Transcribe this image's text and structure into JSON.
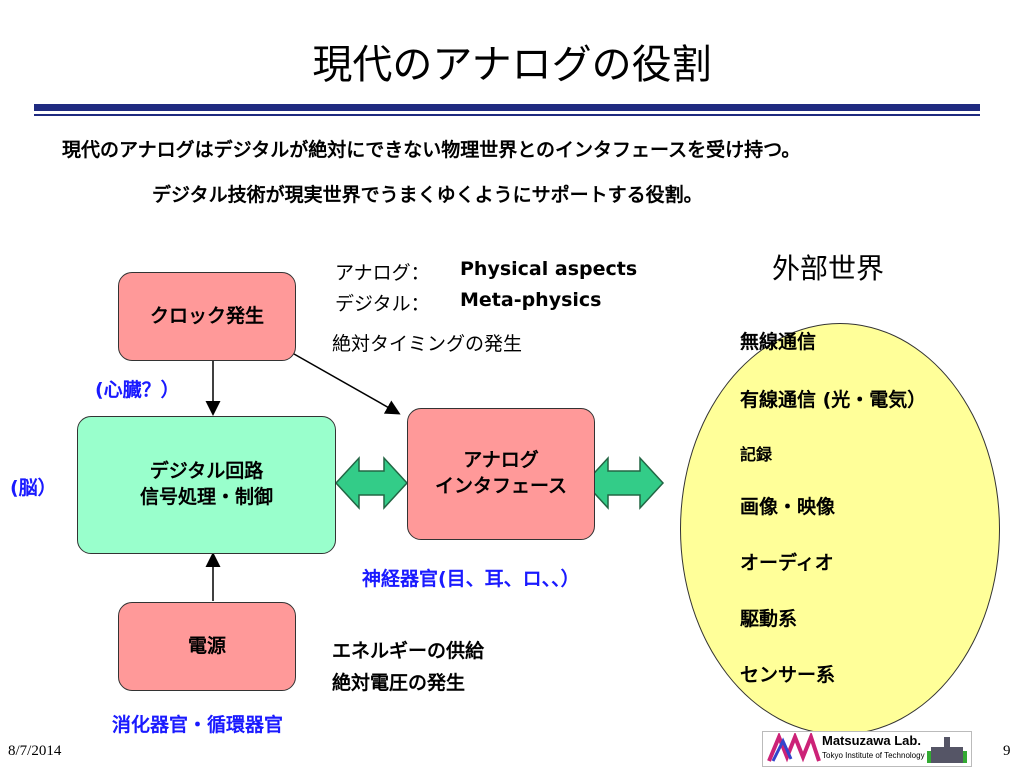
{
  "title": "現代のアナログの役割",
  "intro": {
    "line1": "現代のアナログはデジタルが絶対にできない物理世界とのインタフェースを受け持つ。",
    "line2": "デジタル技術が現実世界でうまくゆくようにサポートする役割。"
  },
  "legend": {
    "analog_jp": "アナログ：",
    "analog_en": "Physical aspects",
    "digital_jp": "デジタル：",
    "digital_en": "Meta-physics"
  },
  "boxes": {
    "clock": "クロック発生",
    "digital_line1": "デジタル回路",
    "digital_line2": "信号処理・制御",
    "analog_line1": "アナログ",
    "analog_line2": "インタフェース",
    "power": "電源"
  },
  "annotations": {
    "timing": "絶対タイミングの発生",
    "heart": "(心臓？）",
    "brain": "(脳）",
    "nerves": "神経器官(目、耳、ロ、、）",
    "energy": "エネルギーの供給",
    "voltage": "絶対電圧の発生",
    "digestive": "消化器官・循環器官"
  },
  "outside_world": {
    "title": "外部世界",
    "items": [
      "無線通信",
      "有線通信 (光・電気）",
      "記録",
      "画像・映像",
      "オーディオ",
      "駆動系",
      "センサー系"
    ]
  },
  "footer": {
    "date": "8/7/2014",
    "page": "9",
    "logo_name": "Matsuzawa Lab.",
    "logo_sub": "Tokyo Institute of Technology"
  },
  "colors": {
    "rule": "#1f2a80",
    "pink_box": "#ff9999",
    "green_box": "#99ffcc",
    "arrow_green": "#33cc88",
    "ellipse": "#ffff99",
    "blue_text": "#1a1aff"
  }
}
